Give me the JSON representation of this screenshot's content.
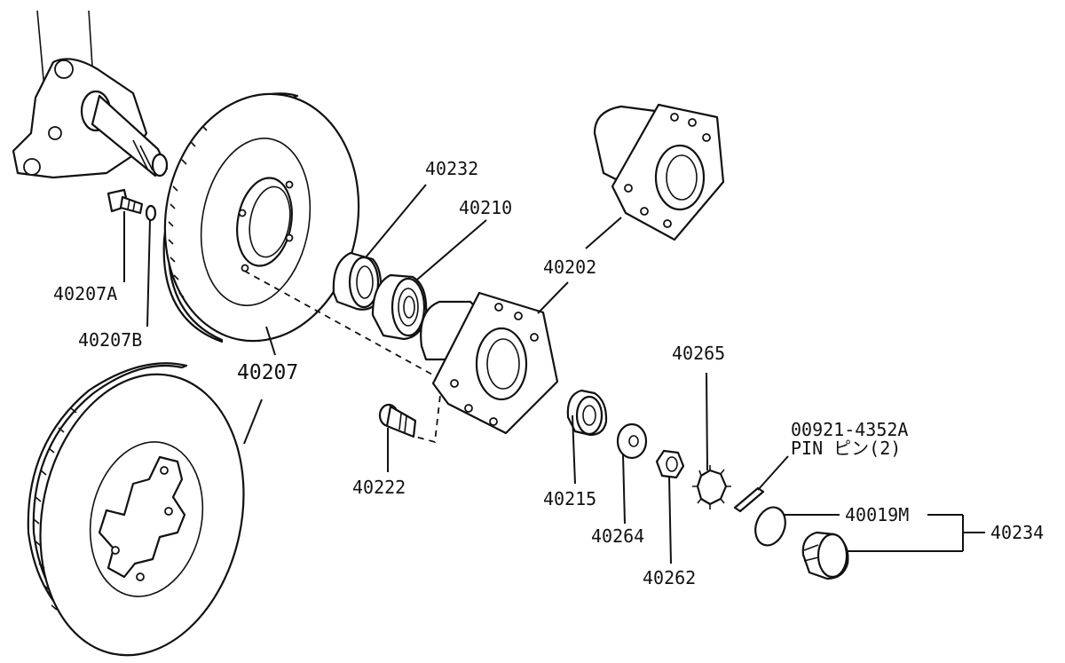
{
  "colors": {
    "ink": "#111111",
    "paper": "#ffffff"
  },
  "parts": {
    "p40232": "40232",
    "p40210": "40210",
    "p40202": "40202",
    "p40207A": "40207A",
    "p40207B": "40207B",
    "p40207": "40207",
    "p40265": "40265",
    "p00921": "00921-4352A",
    "pin_note": "PIN ピン(2)",
    "p40222": "40222",
    "p40215": "40215",
    "p40264": "40264",
    "p40262": "40262",
    "p40019M": "40019M",
    "p40234": "40234"
  }
}
